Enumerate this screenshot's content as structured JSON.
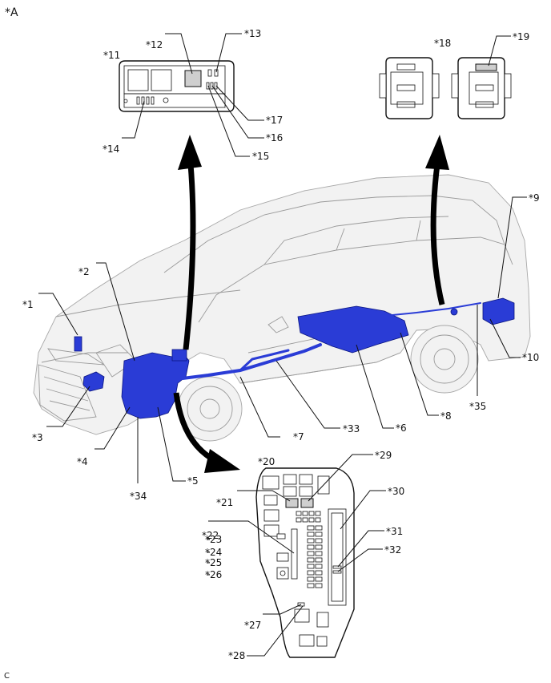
{
  "figure_code": "*A",
  "footer_code": "C",
  "callouts": {
    "c1": "*1",
    "c2": "*2",
    "c3": "*3",
    "c4": "*4",
    "c5": "*5",
    "c6": "*6",
    "c7": "*7",
    "c8": "*8",
    "c9": "*9",
    "c10": "*10",
    "c11": "*11",
    "c12": "*12",
    "c13": "*13",
    "c14": "*14",
    "c15": "*15",
    "c16": "*16",
    "c17": "*17",
    "c18": "*18",
    "c19": "*19",
    "c20": "*20",
    "c21": "*21",
    "c22": "*22",
    "c23": "*23",
    "c24": "*24",
    "c25": "*25",
    "c26": "*26",
    "c27": "*27",
    "c28": "*28",
    "c29": "*29",
    "c30": "*30",
    "c31": "*31",
    "c32": "*32",
    "c33": "*33",
    "c34": "*34",
    "c35": "*35"
  },
  "colors": {
    "component_highlight": "#2a3cd6",
    "vehicle_outline": "#9a9a9a",
    "line": "#111111"
  }
}
